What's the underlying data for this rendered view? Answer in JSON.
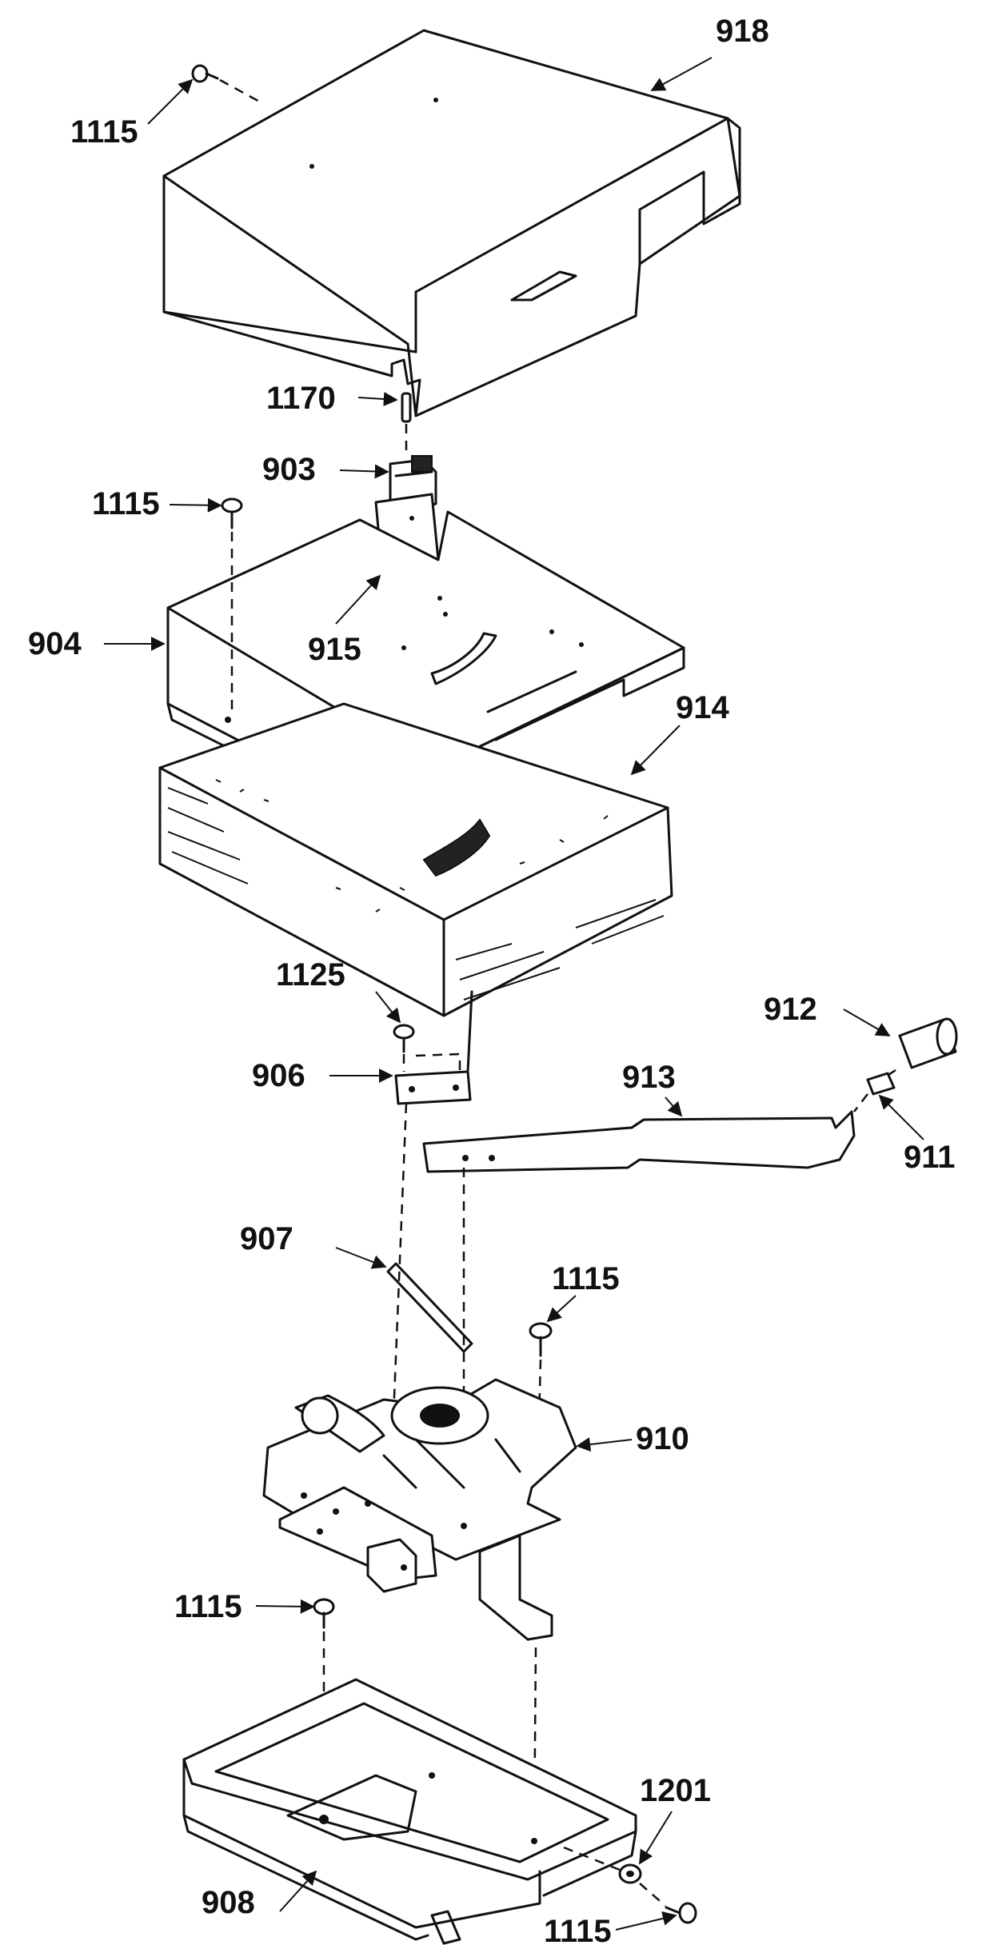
{
  "callouts": [
    {
      "id": "c918",
      "text": "918"
    },
    {
      "id": "c1115a",
      "text": "1115"
    },
    {
      "id": "c1170",
      "text": "1170"
    },
    {
      "id": "c903",
      "text": "903"
    },
    {
      "id": "c1115b",
      "text": "1115"
    },
    {
      "id": "c904",
      "text": "904"
    },
    {
      "id": "c915",
      "text": "915"
    },
    {
      "id": "c914",
      "text": "914"
    },
    {
      "id": "c1125",
      "text": "1125"
    },
    {
      "id": "c912",
      "text": "912"
    },
    {
      "id": "c906",
      "text": "906"
    },
    {
      "id": "c913",
      "text": "913"
    },
    {
      "id": "c911",
      "text": "911"
    },
    {
      "id": "c907",
      "text": "907"
    },
    {
      "id": "c1115c",
      "text": "1115"
    },
    {
      "id": "c910",
      "text": "910"
    },
    {
      "id": "c1115d",
      "text": "1115"
    },
    {
      "id": "c1201",
      "text": "1201"
    },
    {
      "id": "c908",
      "text": "908"
    },
    {
      "id": "c1115e",
      "text": "1115"
    }
  ]
}
